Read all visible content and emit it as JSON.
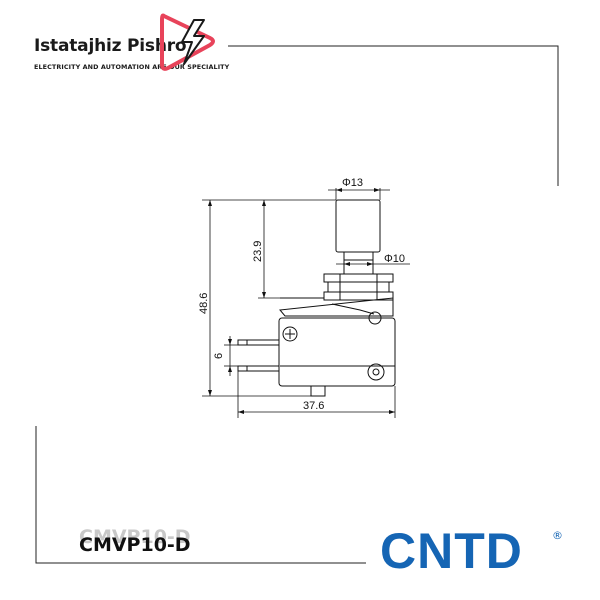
{
  "brand": {
    "name": "Istatajhiz Pishro",
    "tagline": "ELECTRICITY AND AUTOMATION ARE OUR SPECIALITY",
    "accent_color": "#e8435a"
  },
  "drawing": {
    "dimensions": {
      "cap_diameter": "Φ13",
      "cap_height": "23.9",
      "shaft_diameter": "Φ10",
      "total_height": "48.6",
      "terminal_spacing": "6",
      "body_width": "37.6"
    }
  },
  "product": {
    "code": "CMVP10-D",
    "code_ghost": "CMVP10-D"
  },
  "maker": {
    "name": "CNTD",
    "registered": "®",
    "color": "#1565b4"
  }
}
